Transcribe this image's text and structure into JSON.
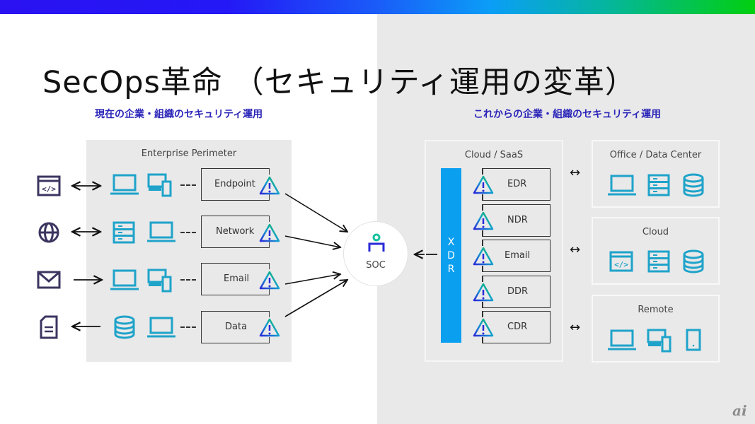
{
  "title": "SecOps革命 （セキュリティ運用の変革）",
  "left": {
    "heading": "現在の企業・組織のセキュリティ運用",
    "perimeter_label": "Enterprise Perimeter",
    "rows": [
      {
        "source_icon": "code-window-icon",
        "arrow": "bidirectional",
        "devices": [
          "laptop-icon",
          "desktop-mobile-icon"
        ],
        "label": "Endpoint"
      },
      {
        "source_icon": "globe-icon",
        "arrow": "bidirectional",
        "devices": [
          "server-icon",
          "laptop-icon"
        ],
        "label": "Network"
      },
      {
        "source_icon": "mail-icon",
        "arrow": "inbound",
        "devices": [
          "laptop-icon",
          "desktop-mobile-icon"
        ],
        "label": "Email"
      },
      {
        "source_icon": "document-icon",
        "arrow": "outbound",
        "devices": [
          "database-icon",
          "laptop-icon"
        ],
        "label": "Data"
      }
    ]
  },
  "soc": {
    "label": "SOC",
    "icon": "person-icon"
  },
  "right": {
    "heading": "これからの企業・組織のセキュリティ運用",
    "cloud_saas_label": "Cloud / SaaS",
    "xdr_letters": [
      "X",
      "D",
      "R"
    ],
    "detections": [
      "EDR",
      "NDR",
      "Email",
      "DDR",
      "CDR"
    ],
    "environments": [
      {
        "label": "Office / Data Center",
        "icons": [
          "laptop-icon",
          "server-icon",
          "database-icon"
        ]
      },
      {
        "label": "Cloud",
        "icons": [
          "code-window-icon",
          "server-icon",
          "database-icon"
        ]
      },
      {
        "label": "Remote",
        "icons": [
          "laptop-icon",
          "desktop-mobile-icon",
          "tablet-icon"
        ]
      }
    ],
    "env_arrow": "↔"
  },
  "colors": {
    "accent_blue": "#0b9ff0",
    "icon_teal": "#1fa3c9",
    "heading": "#2b25b8",
    "icon_dark": "#3b3560"
  },
  "watermark": "ai"
}
